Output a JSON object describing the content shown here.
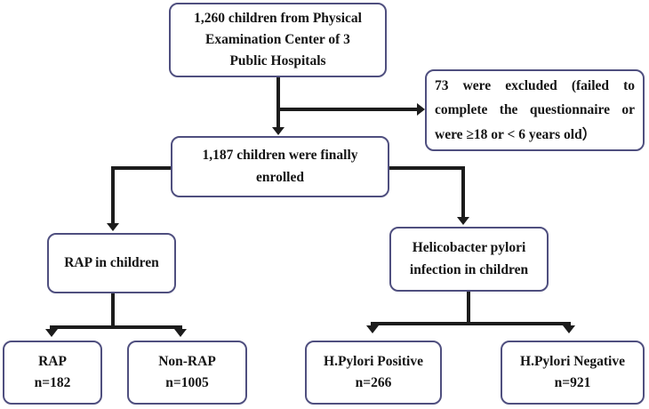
{
  "figure": {
    "colors": {
      "box_border": "#4f4f7f",
      "connector": "#1c1c1c",
      "text": "#141414",
      "background": "#ffffff"
    },
    "boxes": {
      "source": {
        "lines": [
          "1,260 children from Physical",
          "Examination Center of 3",
          "Public Hospitals"
        ]
      },
      "excluded": {
        "lines": [
          "73 were excluded (failed to",
          "complete the questionnaire or",
          "were ≥18 or < 6 years old）"
        ]
      },
      "enrolled": {
        "lines": [
          "1,187 children were  finally",
          "enrolled"
        ]
      },
      "rap_group": {
        "lines": [
          "RAP in children"
        ]
      },
      "hp_group": {
        "lines": [
          "Helicobacter pylori",
          "infection in children"
        ]
      },
      "rap_positive": {
        "label": "RAP",
        "count": "n=182"
      },
      "rap_negative": {
        "label": "Non-RAP",
        "count": "n=1005"
      },
      "hp_positive": {
        "label": "H.Pylori Positive",
        "count": "n=266"
      },
      "hp_negative": {
        "label": "H.Pylori Negative",
        "count": "n=921"
      }
    }
  }
}
